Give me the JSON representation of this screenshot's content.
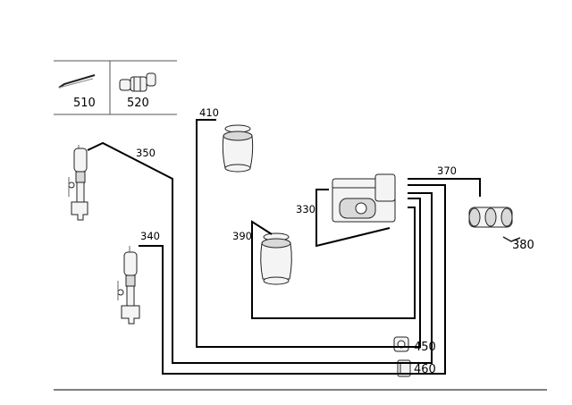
{
  "labels": {
    "p510": "510",
    "p520": "520",
    "p410": "410",
    "p350": "350",
    "p370": "370",
    "p330": "330",
    "p390": "390",
    "p340": "340",
    "p380": "380",
    "p450": "450",
    "p460": "460"
  }
}
